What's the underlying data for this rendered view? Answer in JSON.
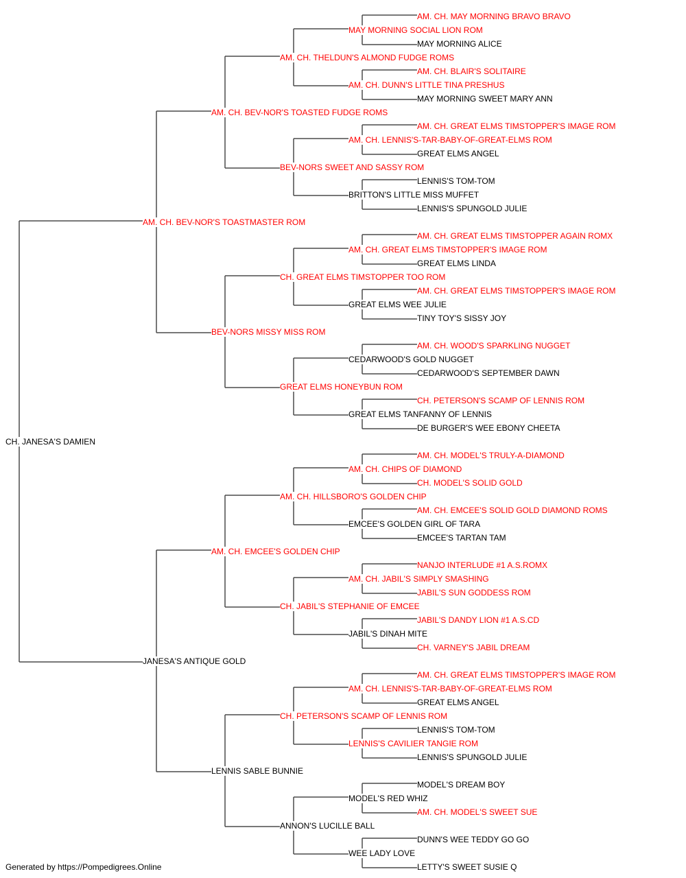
{
  "colors": {
    "champion": "#ff0000",
    "normal": "#000000",
    "line": "#4a4a4a"
  },
  "footer": "Generated by https://Pompedigrees.Online",
  "pedigree": {
    "name": "CH. JANESA'S DAMIEN",
    "red": false,
    "sire": {
      "name": "AM. CH. BEV-NOR'S TOASTMASTER ROM",
      "red": true,
      "sire": {
        "name": "AM. CH. BEV-NOR'S TOASTED FUDGE ROMS",
        "red": true,
        "sire": {
          "name": "AM. CH. THELDUN'S ALMOND FUDGE ROMS",
          "red": true,
          "sire": {
            "name": "MAY MORNING SOCIAL LION ROM",
            "red": true,
            "sire": {
              "name": "AM. CH. MAY MORNING BRAVO BRAVO",
              "red": true
            },
            "dam": {
              "name": "MAY MORNING ALICE",
              "red": false
            }
          },
          "dam": {
            "name": "AM. CH. DUNN'S LITTLE TINA PRESHUS",
            "red": true,
            "sire": {
              "name": "AM. CH. BLAIR'S SOLITAIRE",
              "red": true
            },
            "dam": {
              "name": "MAY MORNING SWEET MARY ANN",
              "red": false
            }
          }
        },
        "dam": {
          "name": "BEV-NORS SWEET AND SASSY ROM",
          "red": true,
          "sire": {
            "name": "AM. CH. LENNIS'S-TAR-BABY-OF-GREAT-ELMS ROM",
            "red": true,
            "sire": {
              "name": "AM. CH. GREAT ELMS TIMSTOPPER'S IMAGE ROM",
              "red": true
            },
            "dam": {
              "name": "GREAT ELMS ANGEL",
              "red": false
            }
          },
          "dam": {
            "name": "BRITTON'S LITTLE MISS MUFFET",
            "red": false,
            "sire": {
              "name": "LENNIS'S TOM-TOM",
              "red": false
            },
            "dam": {
              "name": "LENNIS'S SPUNGOLD JULIE",
              "red": false
            }
          }
        }
      },
      "dam": {
        "name": "BEV-NORS MISSY MISS ROM",
        "red": true,
        "sire": {
          "name": "CH. GREAT ELMS TIMSTOPPER TOO ROM",
          "red": true,
          "sire": {
            "name": "AM. CH. GREAT ELMS TIMSTOPPER'S IMAGE ROM",
            "red": true,
            "sire": {
              "name": "AM. CH. GREAT ELMS TIMSTOPPER AGAIN ROMX",
              "red": true
            },
            "dam": {
              "name": "GREAT ELMS LINDA",
              "red": false
            }
          },
          "dam": {
            "name": "GREAT ELMS WEE JULIE",
            "red": false,
            "sire": {
              "name": "AM. CH. GREAT ELMS TIMSTOPPER'S IMAGE ROM",
              "red": true
            },
            "dam": {
              "name": "TINY TOY'S SISSY JOY",
              "red": false
            }
          }
        },
        "dam": {
          "name": "GREAT ELMS HONEYBUN ROM",
          "red": true,
          "sire": {
            "name": "CEDARWOOD'S GOLD NUGGET",
            "red": false,
            "sire": {
              "name": "AM. CH. WOOD'S SPARKLING NUGGET",
              "red": true
            },
            "dam": {
              "name": "CEDARWOOD'S SEPTEMBER DAWN",
              "red": false
            }
          },
          "dam": {
            "name": "GREAT ELMS TANFANNY OF LENNIS",
            "red": false,
            "sire": {
              "name": "CH. PETERSON'S SCAMP OF LENNIS ROM",
              "red": true
            },
            "dam": {
              "name": "DE BURGER'S WEE EBONY CHEETA",
              "red": false
            }
          }
        }
      }
    },
    "dam": {
      "name": "JANESA'S ANTIQUE GOLD",
      "red": false,
      "sire": {
        "name": "AM. CH. EMCEE'S GOLDEN CHIP",
        "red": true,
        "sire": {
          "name": "AM. CH. HILLSBORO'S GOLDEN CHIP",
          "red": true,
          "sire": {
            "name": "AM. CH. CHIPS OF DIAMOND",
            "red": true,
            "sire": {
              "name": "AM. CH. MODEL'S TRULY-A-DIAMOND",
              "red": true
            },
            "dam": {
              "name": "CH. MODEL'S SOLID GOLD",
              "red": true
            }
          },
          "dam": {
            "name": "EMCEE'S GOLDEN GIRL OF TARA",
            "red": false,
            "sire": {
              "name": "AM. CH. EMCEE'S SOLID GOLD DIAMOND ROMS",
              "red": true
            },
            "dam": {
              "name": "EMCEE'S TARTAN TAM",
              "red": false
            }
          }
        },
        "dam": {
          "name": "CH. JABIL'S STEPHANIE OF EMCEE",
          "red": true,
          "sire": {
            "name": "AM. CH. JABIL'S SIMPLY SMASHING",
            "red": true,
            "sire": {
              "name": "NANJO INTERLUDE #1 A.S.ROMX",
              "red": true
            },
            "dam": {
              "name": "JABIL'S SUN GODDESS ROM",
              "red": true
            }
          },
          "dam": {
            "name": "JABIL'S DINAH MITE",
            "red": false,
            "sire": {
              "name": "JABIL'S DANDY LION #1 A.S.CD",
              "red": true
            },
            "dam": {
              "name": "CH. VARNEY'S JABIL DREAM",
              "red": true
            }
          }
        }
      },
      "dam": {
        "name": "LENNIS SABLE BUNNIE",
        "red": false,
        "sire": {
          "name": "CH. PETERSON'S SCAMP OF LENNIS ROM",
          "red": true,
          "sire": {
            "name": "AM. CH. LENNIS'S-TAR-BABY-OF-GREAT-ELMS ROM",
            "red": true,
            "sire": {
              "name": "AM. CH. GREAT ELMS TIMSTOPPER'S IMAGE ROM",
              "red": true
            },
            "dam": {
              "name": "GREAT ELMS ANGEL",
              "red": false
            }
          },
          "dam": {
            "name": "LENNIS'S CAVILIER TANGIE ROM",
            "red": true,
            "sire": {
              "name": "LENNIS'S TOM-TOM",
              "red": false
            },
            "dam": {
              "name": "LENNIS'S SPUNGOLD JULIE",
              "red": false
            }
          }
        },
        "dam": {
          "name": "ANNON'S LUCILLE BALL",
          "red": false,
          "sire": {
            "name": "MODEL'S RED WHIZ",
            "red": false,
            "sire": {
              "name": "MODEL'S DREAM BOY",
              "red": false
            },
            "dam": {
              "name": "AM. CH. MODEL'S SWEET SUE",
              "red": true
            }
          },
          "dam": {
            "name": "WEE LADY LOVE",
            "red": false,
            "sire": {
              "name": "DUNN'S WEE TEDDY GO GO",
              "red": false
            },
            "dam": {
              "name": "LETTY'S SWEET SUSIE Q",
              "red": false
            }
          }
        }
      }
    }
  }
}
